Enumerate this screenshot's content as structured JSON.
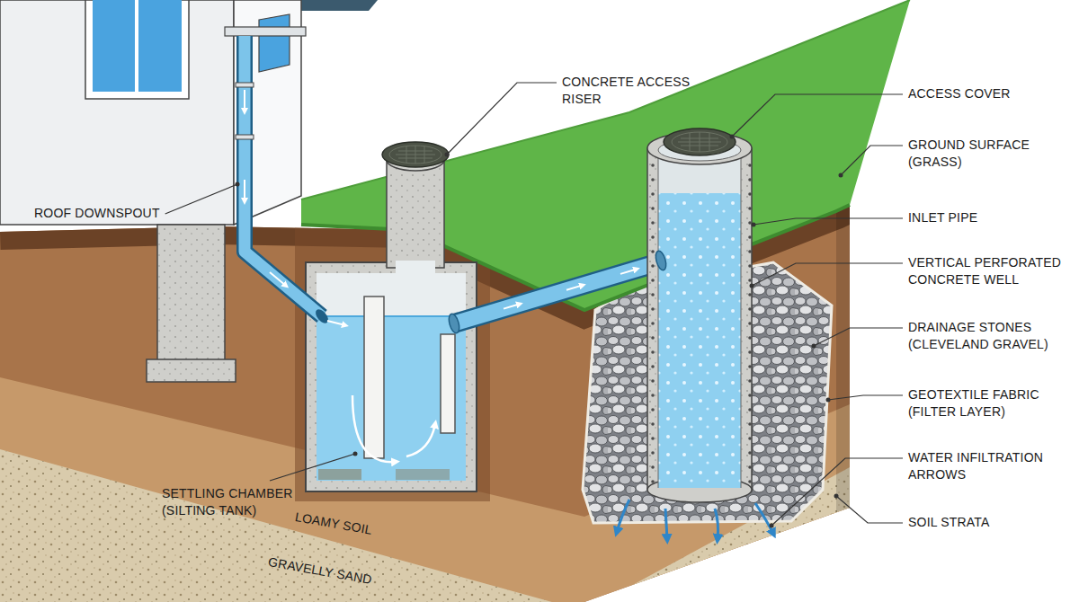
{
  "diagram": {
    "labels": [
      "CONCRETE ACCESS RISER",
      "ACCESS COVER",
      "GROUND SURFACE (GRASS)",
      "INLET PIPE",
      "VERTICAL PERFORATED CONCRETE WELL",
      "DRAINAGE STONES (CLEVELAND GRAVEL)",
      "GEOTEXTILE FABRIC (FILTER LAYER)",
      "WATER INFILTRATION ARROWS",
      "SETTLING CHAMBER (SILTING TANK)",
      "SOIL STRATA",
      "ROOF DOWNSPOUT",
      "LOAMY SOIL",
      "GRAVELLY SAND"
    ]
  }
}
